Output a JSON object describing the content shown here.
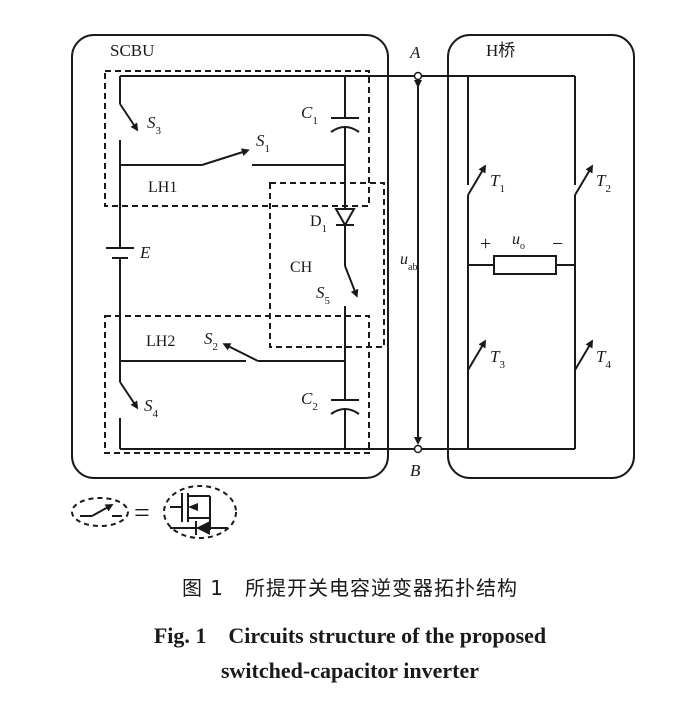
{
  "blocks": {
    "scbu": "SCBU",
    "hbridge": "H桥",
    "lh1": "LH1",
    "lh2": "LH2",
    "ch": "CH"
  },
  "nodes": {
    "a": "A",
    "b": "B"
  },
  "components": {
    "c1": {
      "main": "C",
      "sub": "1"
    },
    "c2": {
      "main": "C",
      "sub": "2"
    },
    "s1": {
      "main": "S",
      "sub": "1"
    },
    "s2": {
      "main": "S",
      "sub": "2"
    },
    "s3": {
      "main": "S",
      "sub": "3"
    },
    "s4": {
      "main": "S",
      "sub": "4"
    },
    "s5": {
      "main": "S",
      "sub": "5"
    },
    "d1": {
      "main": "D",
      "sub": "1"
    },
    "e": "E",
    "t1": {
      "main": "T",
      "sub": "1"
    },
    "t2": {
      "main": "T",
      "sub": "2"
    },
    "t3": {
      "main": "T",
      "sub": "3"
    },
    "t4": {
      "main": "T",
      "sub": "4"
    }
  },
  "voltages": {
    "uab": {
      "main": "u",
      "sub": "ab"
    },
    "uo": {
      "main": "u",
      "sub": "o"
    },
    "plus": "+",
    "minus": "−"
  },
  "legend": {
    "equals": "="
  },
  "caption": {
    "cn": "图 1　所提开关电容逆变器拓扑结构",
    "en_line1": "Fig. 1　Circuits structure of the proposed",
    "en_line2": "switched-capacitor inverter"
  }
}
